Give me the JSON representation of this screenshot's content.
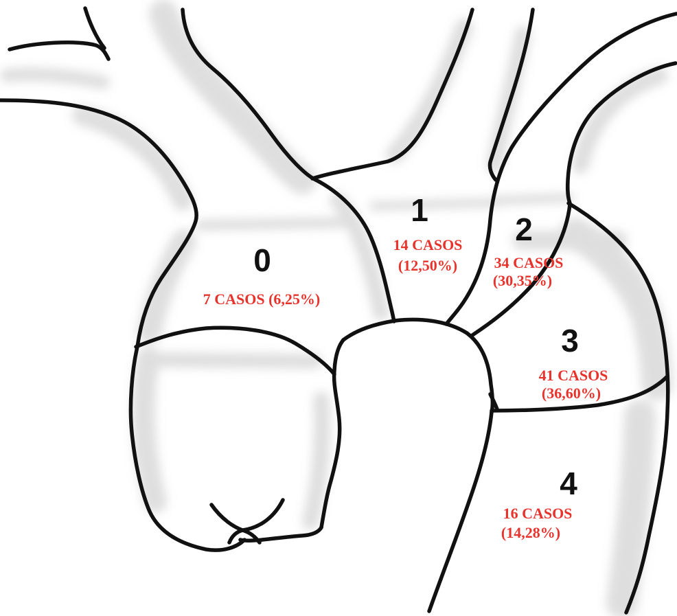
{
  "zones": [
    {
      "number": "0",
      "lines": [
        "7 CASOS (6,25%)"
      ]
    },
    {
      "number": "1",
      "lines": [
        "14 CASOS",
        "(12,50%)"
      ]
    },
    {
      "number": "2",
      "lines": [
        "34 CASOS",
        "(30,35%)"
      ]
    },
    {
      "number": "3",
      "lines": [
        "41 CASOS",
        "(36,60%)"
      ]
    },
    {
      "number": "4",
      "lines": [
        "16 CASOS",
        "(14,28%)"
      ]
    }
  ],
  "colors": {
    "label": "#e8332d",
    "stroke": "#111111",
    "shading": "#c9c9c9"
  }
}
